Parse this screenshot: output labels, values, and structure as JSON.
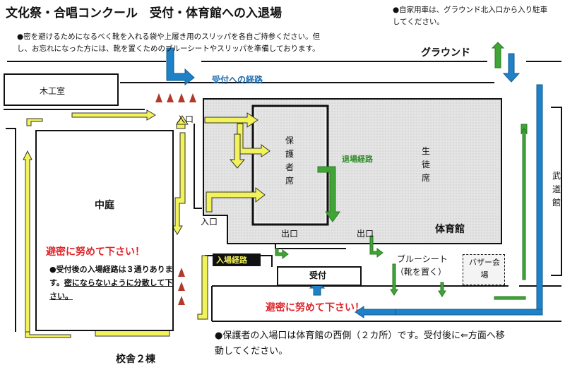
{
  "title": "文化祭・合唱コンクール　受付・体育館への入退場",
  "notes": {
    "parking": "●自家用車は、グラウンド北入口から入り駐車してください。",
    "slippers": "●密を避けるためになるべく靴を入れる袋や上履き用のスリッパを各自ご持参ください。但し、お忘れになった方には、靴を置くためのブルーシートやスリッパを準備しております。",
    "entry_routes_a": "●受付後の入場経路は３通りあります。",
    "entry_routes_b": "密にならないように分散して下さい。",
    "guardian_entrance": "●保護者の入場口は体育館の西側（２カ所）です。受付後に⇐方面へ移動してください。"
  },
  "labels": {
    "ground": "グラウンド",
    "woodshop": "木工室",
    "courtyard": "中庭",
    "gym": "体育館",
    "building2": "校舎２棟",
    "budokan": "武道館",
    "reception": "受付",
    "route_to_reception": "受付への経路",
    "exit_route": "退場経路",
    "entry_route": "入場経路",
    "entrance_upper": "入口",
    "entrance_lower": "入口",
    "exit_left": "出口",
    "exit_right": "出口",
    "guardian_seats": "保護者席",
    "student_seats": "生徒席",
    "blue_sheet": "ブルーシート",
    "blue_sheet_sub": "（靴を置く）",
    "bazaar": "バザー会場",
    "avoid_crowding_1": "避密に努めて下さい！",
    "avoid_crowding_2": "避密に努めて下さい！"
  },
  "colors": {
    "yellow_route": "#f2f25a",
    "blue_route": "#1e82c8",
    "green_route": "#3fa535",
    "warning": "#e0252b",
    "cone": "#b23a2a",
    "gym_fill": "#e6e6e6"
  }
}
